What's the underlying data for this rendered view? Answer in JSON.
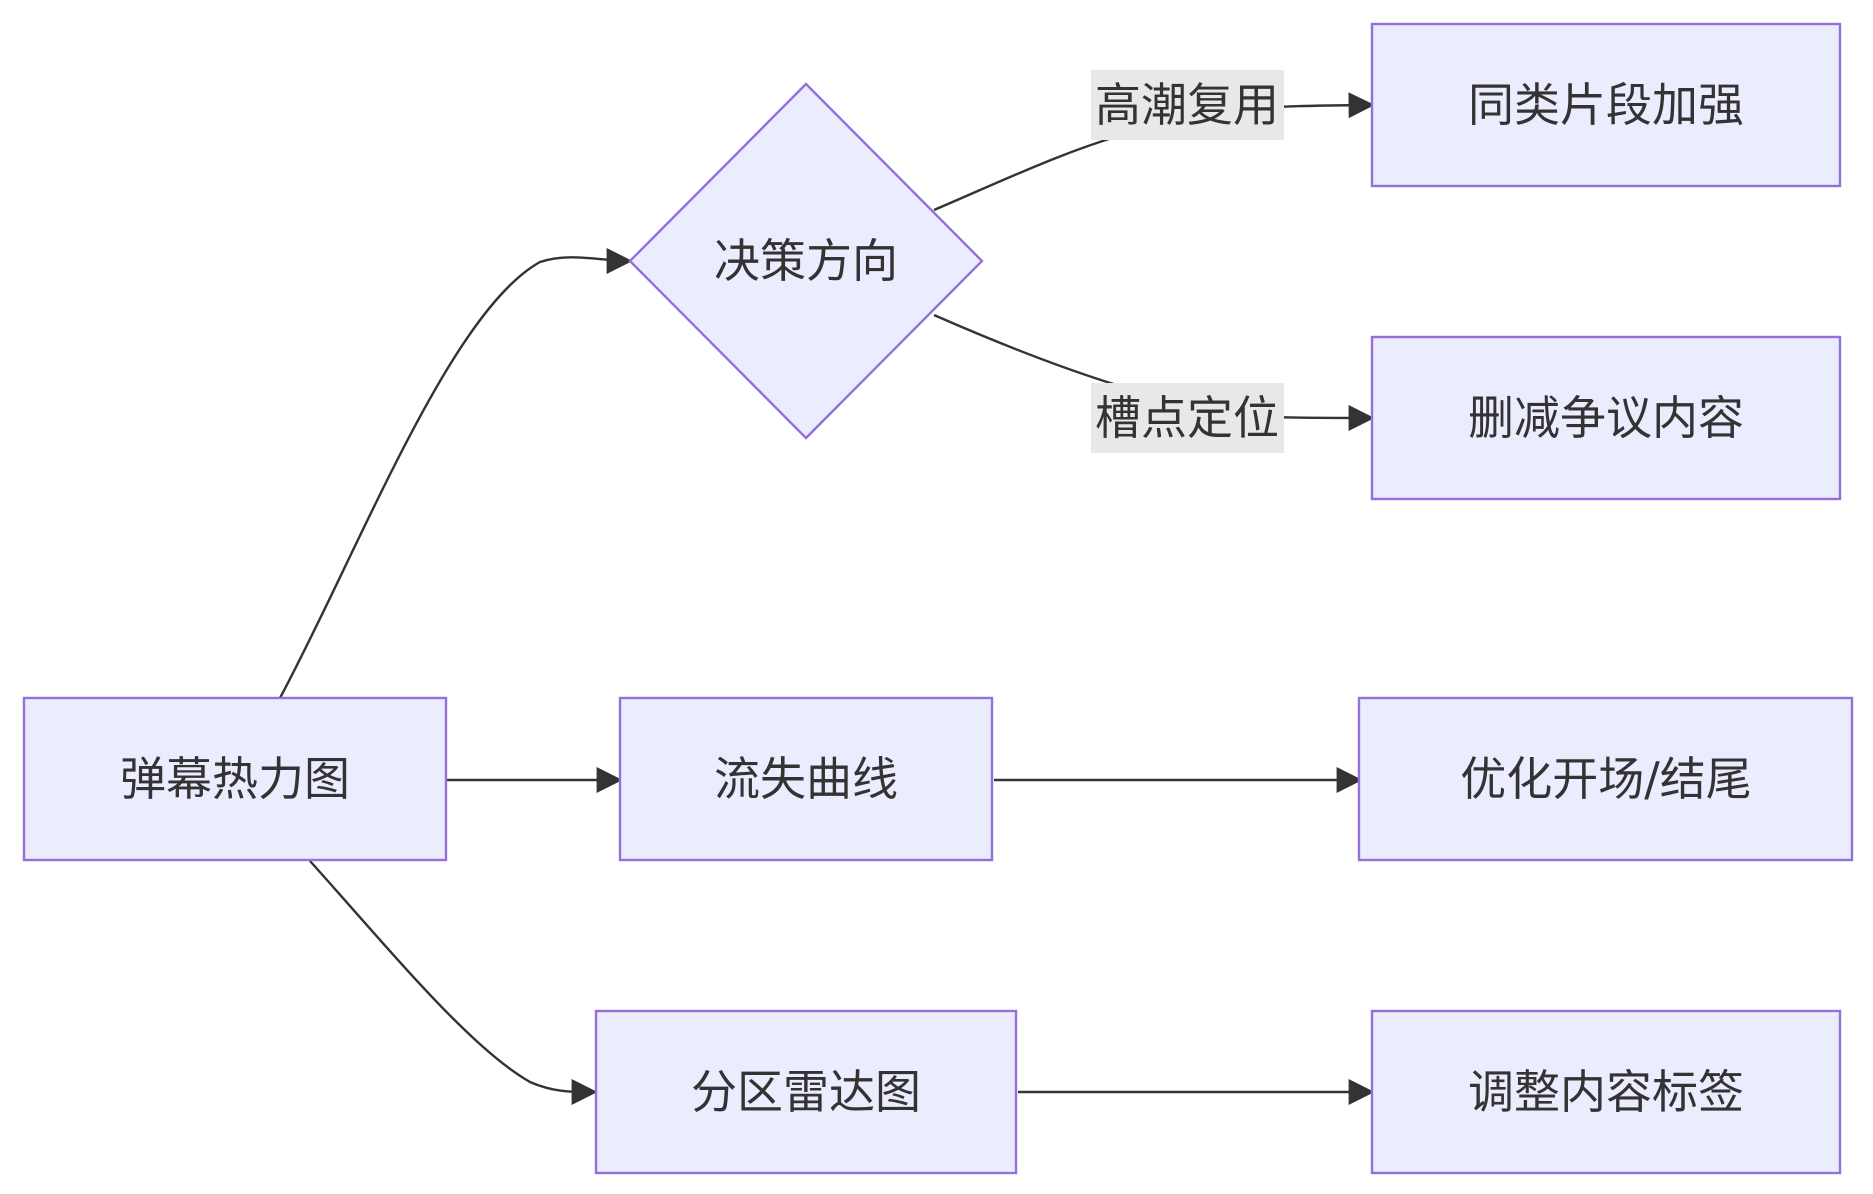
{
  "colors": {
    "node_fill": "#ECECFF",
    "node_stroke": "#9370DB",
    "edge": "#333333",
    "edge_label_bg": "#e8e8e8",
    "text": "#333333"
  },
  "nodes": {
    "danmaku_heatmap": {
      "label": "弹幕热力图"
    },
    "decision": {
      "label": "决策方向"
    },
    "similar_clips": {
      "label": "同类片段加强"
    },
    "cut_controversy": {
      "label": "删减争议内容"
    },
    "churn_curve": {
      "label": "流失曲线"
    },
    "optimize_open_end": {
      "label": "优化开场/结尾"
    },
    "zone_radar": {
      "label": "分区雷达图"
    },
    "adjust_tags": {
      "label": "调整内容标签"
    }
  },
  "edges": {
    "climax_reuse": {
      "label": "高潮复用"
    },
    "complaint_locate": {
      "label": "槽点定位"
    }
  }
}
